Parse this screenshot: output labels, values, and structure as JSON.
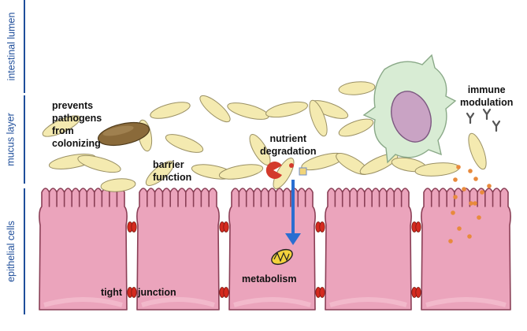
{
  "sections": {
    "lumen": "intestinal lumen",
    "mucus": "mucus layer",
    "epithelium": "epithelial cells"
  },
  "annotations": {
    "prevents_lines": [
      "prevents",
      "pathogens",
      "from",
      "colonizing"
    ],
    "barrier_lines": [
      "barrier",
      "function"
    ],
    "nutrient_lines": [
      "nutrient",
      "degradation"
    ],
    "immune_lines": [
      "immune",
      "modulation"
    ],
    "tight": "tight",
    "junction": "junction",
    "metabolism": "metabolism"
  },
  "colors": {
    "section_text": "#1f4e9a",
    "cell_fill": "#eba4bc",
    "cell_stroke": "#8a3f56",
    "junction": "#d42a1f",
    "bacteria": "#f4eab0",
    "pathogen": "#8a6a3a",
    "arrow": "#2a6ed1",
    "immune_cell": "#d8ecd4",
    "nucleus": "#c9a3c4",
    "dots": "#e88a3c"
  }
}
